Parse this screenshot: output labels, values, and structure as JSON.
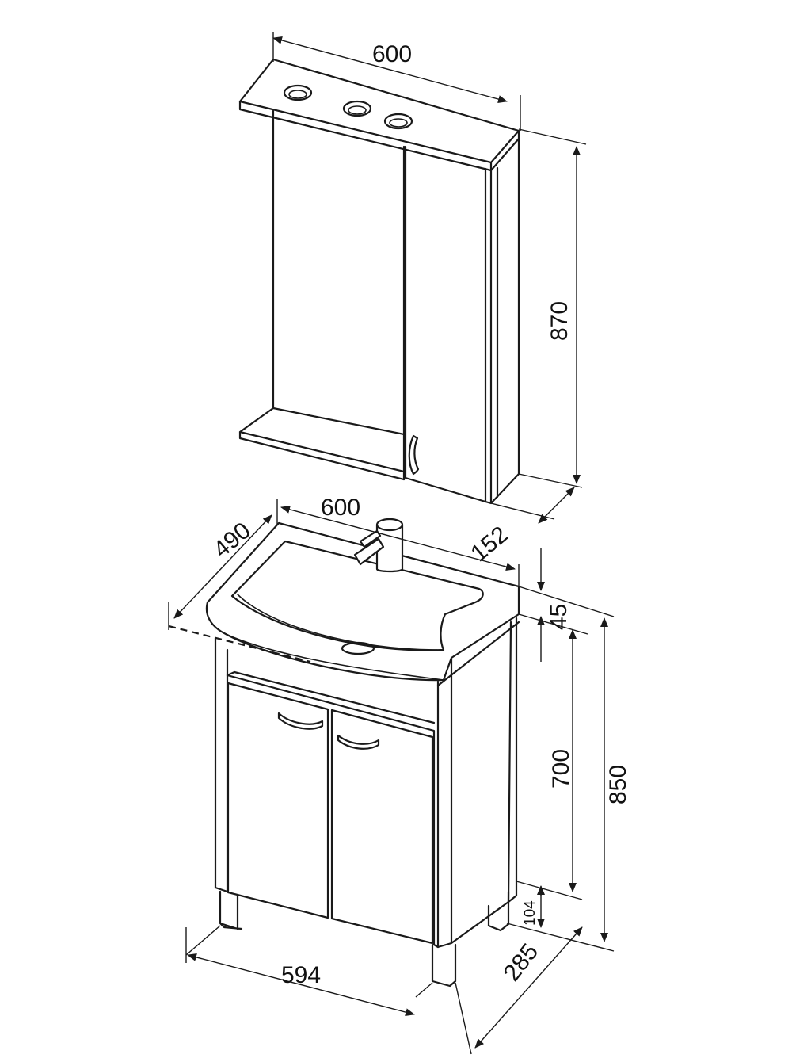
{
  "dimensions": {
    "mirror_width": "600",
    "mirror_height": "870",
    "mirror_depth": "152",
    "basin_width": "600",
    "basin_depth": "490",
    "basin_rim": "45",
    "cabinet_height": "700",
    "total_height": "850",
    "leg_height": "104",
    "cabinet_width": "594",
    "cabinet_depth": "285"
  },
  "colors": {
    "line": "#1a1a1a",
    "background": "#ffffff"
  }
}
